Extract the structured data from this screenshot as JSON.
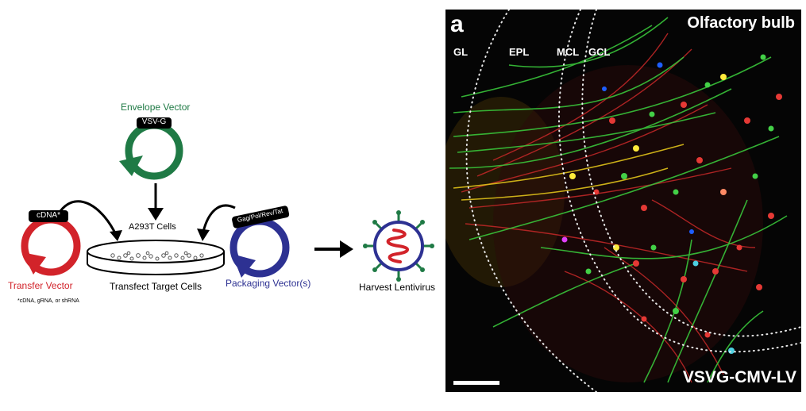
{
  "diagram": {
    "envelope": {
      "title": "Envelope Vector",
      "tag": "VSV-G",
      "color": "#1f7a45"
    },
    "transfer": {
      "title": "Transfer Vector",
      "tag": "cDNA*",
      "color": "#d2232a"
    },
    "packaging": {
      "title": "Packaging Vector(s)",
      "tag": "Gag/Pol/Rev/Tat",
      "color": "#2d3192"
    },
    "dish": {
      "top_label": "A293T Cells",
      "bottom_label": "Transfect Target Cells"
    },
    "virus": {
      "label": "Harvest Lentivirus",
      "rna_color": "#d2232a",
      "shell_color": "#2d3192",
      "spike_color": "#1f7a45"
    },
    "footnote": "*cDNA, gRNA, or shRNA"
  },
  "micrograph": {
    "panel_letter": "a",
    "title": "Olfactory bulb",
    "layers": [
      "GL",
      "EPL",
      "MCL",
      "GCL"
    ],
    "caption": "VSVG-CMV-LV"
  }
}
